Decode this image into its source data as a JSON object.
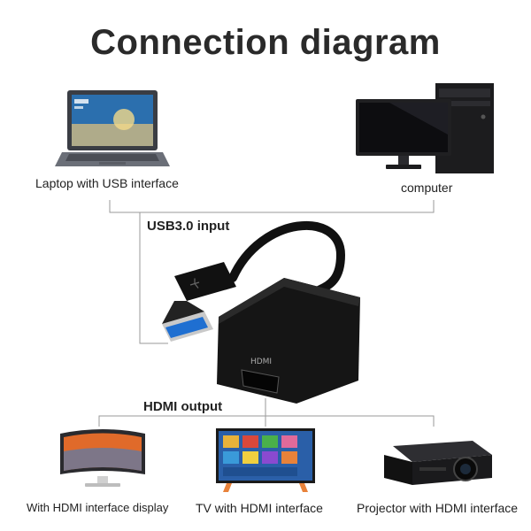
{
  "title": "Connection diagram",
  "inputs": {
    "laptop_label": "Laptop with USB interface",
    "computer_label": "computer",
    "section_label": "USB3.0 input"
  },
  "adapter": {
    "port_label": "HDMI"
  },
  "outputs": {
    "section_label": "HDMI output",
    "display_label": "With HDMI interface display",
    "tv_label": "TV with HDMI interface",
    "projector_label": "Projector with HDMI interface"
  },
  "colors": {
    "line": "#9a9a9a",
    "usb_blue": "#1f6fd1",
    "adapter_body": "#151515"
  }
}
